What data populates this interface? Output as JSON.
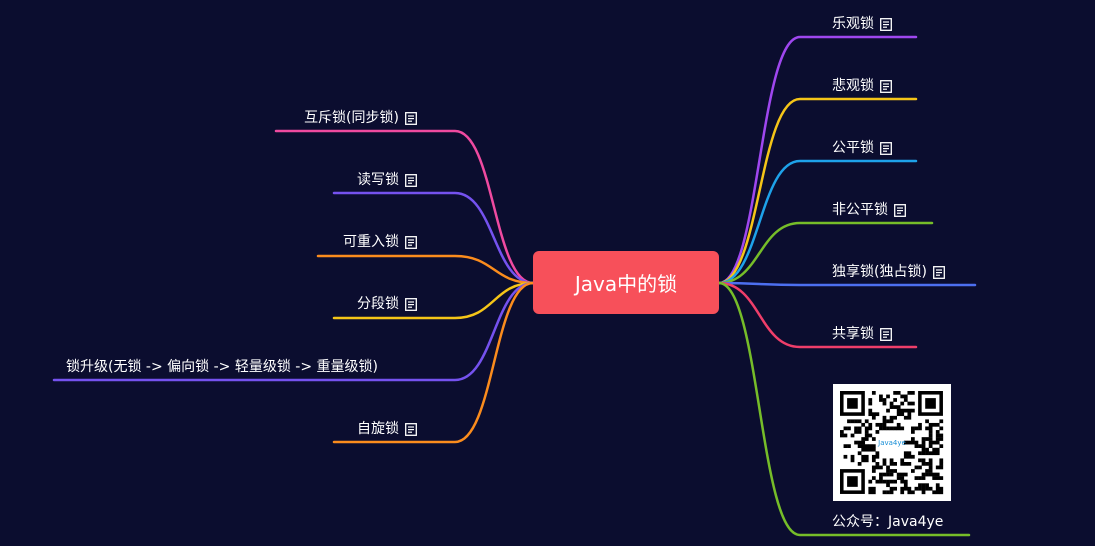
{
  "root": {
    "label": "Java中的锁",
    "color": "#f7505a"
  },
  "background": "#0b0d2f",
  "right_branches": [
    {
      "label": "乐观锁",
      "has_note": true,
      "color": "#9f47ef"
    },
    {
      "label": "悲观锁",
      "has_note": true,
      "color": "#f5c518"
    },
    {
      "label": "公平锁",
      "has_note": true,
      "color": "#1ea2ea"
    },
    {
      "label": "非公平锁",
      "has_note": true,
      "color": "#76bd29"
    },
    {
      "label": "独享锁(独占锁)",
      "has_note": true,
      "color": "#4d6ff0"
    },
    {
      "label": "共享锁",
      "has_note": true,
      "color": "#ef3e6a"
    },
    {
      "label": "公众号：Java4ye",
      "has_note": false,
      "has_qr": true,
      "color": "#76bd29"
    }
  ],
  "left_branches": [
    {
      "label": "互斥锁(同步锁)",
      "has_note": true,
      "color": "#ef4aa0"
    },
    {
      "label": "读写锁",
      "has_note": true,
      "color": "#7552ef"
    },
    {
      "label": "可重入锁",
      "has_note": true,
      "color": "#fb8c1d"
    },
    {
      "label": "分段锁",
      "has_note": true,
      "color": "#f5c518"
    },
    {
      "label": "锁升级(无锁 -> 偏向锁 -> 轻量级锁 -> 重量级锁)",
      "has_note": false,
      "color": "#7552ef"
    },
    {
      "label": "自旋锁",
      "has_note": true,
      "color": "#fb8c1d"
    }
  ],
  "qr_logo_text": "Java4ye",
  "note_icon": "note-icon",
  "qr_icon": "qr-code-icon"
}
